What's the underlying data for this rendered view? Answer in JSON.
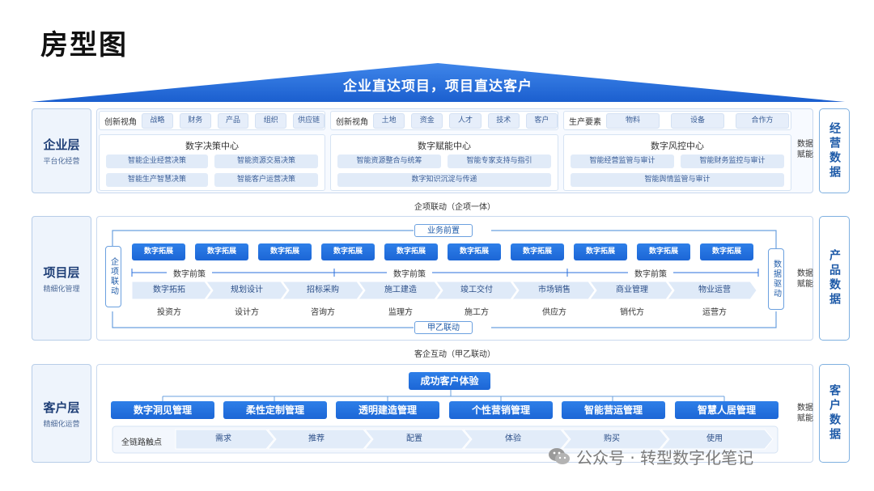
{
  "title": "房型图",
  "roof_text": "企业直达项目，项目直达客户",
  "enterprise": {
    "label": "企业层",
    "sublabel": "平台化经营",
    "right_label": "经营数据",
    "side_tag": "数据赋能",
    "views": [
      {
        "title": "创新视角",
        "chips": [
          "战略",
          "财务",
          "产品",
          "组织",
          "供应链"
        ]
      },
      {
        "title": "创新视角",
        "chips": [
          "土地",
          "资金",
          "人才",
          "技术",
          "客户"
        ]
      },
      {
        "title": "生产要素",
        "chips": [
          "物料",
          "设备",
          "合作方"
        ]
      }
    ],
    "centers": [
      {
        "title": "数字决策中心",
        "items": [
          "智能企业经营决策",
          "智能资源交易决策",
          "智能生产智慧决策",
          "智能客户运营决策"
        ]
      },
      {
        "title": "数字赋能中心",
        "items": [
          "智能资源整合与统筹",
          "智能专家支持与指引",
          "数字知识沉淀与传递"
        ]
      },
      {
        "title": "数字风控中心",
        "items": [
          "智能经营监管与审计",
          "智能财务监控与审计",
          "智能舆情监管与审计"
        ]
      }
    ]
  },
  "link1": "企项联动（企项一体）",
  "project": {
    "label": "项目层",
    "sublabel": "精细化管理",
    "right_label": "产品数据",
    "side_tag": "数据赋能",
    "top_pill": "业务前置",
    "bottom_pill": "甲乙联动",
    "left_pill": "企项联动",
    "right_pill": "数据驱动",
    "expand_buttons": [
      "数字拓展",
      "数字拓展",
      "数字拓展",
      "数字拓展",
      "数字拓展",
      "数字拓展",
      "数字拓展",
      "数字拓展",
      "数字拓展",
      "数字拓展"
    ],
    "front_labels": [
      "数字前策",
      "数字前策",
      "数字前策"
    ],
    "stages": [
      "数字拓拓",
      "规划设计",
      "招标采购",
      "施工建造",
      "竣工交付",
      "市场销售",
      "商业管理",
      "物业运营"
    ],
    "parties": [
      "投资方",
      "设计方",
      "咨询方",
      "监理方",
      "施工方",
      "供应方",
      "销代方",
      "运营方"
    ]
  },
  "link2": "客企互动（甲乙联动）",
  "customer": {
    "label": "客户层",
    "sublabel": "精细化运营",
    "right_label": "客户数据",
    "side_tag": "数据赋能",
    "top_button": "成功客户体验",
    "mgmt": [
      "数字洞见管理",
      "柔性定制管理",
      "透明建造管理",
      "个性营销管理",
      "智能营运管理",
      "智慧人居管理"
    ],
    "journey_label": "全链路触点",
    "journey": [
      "需求",
      "推荐",
      "配置",
      "体验",
      "购买",
      "使用"
    ]
  },
  "watermark": "公众号 · 转型数字化笔记",
  "colors": {
    "accent": "#1c66d6",
    "roof": "#2a6fdc",
    "light": "#e6eefa"
  }
}
